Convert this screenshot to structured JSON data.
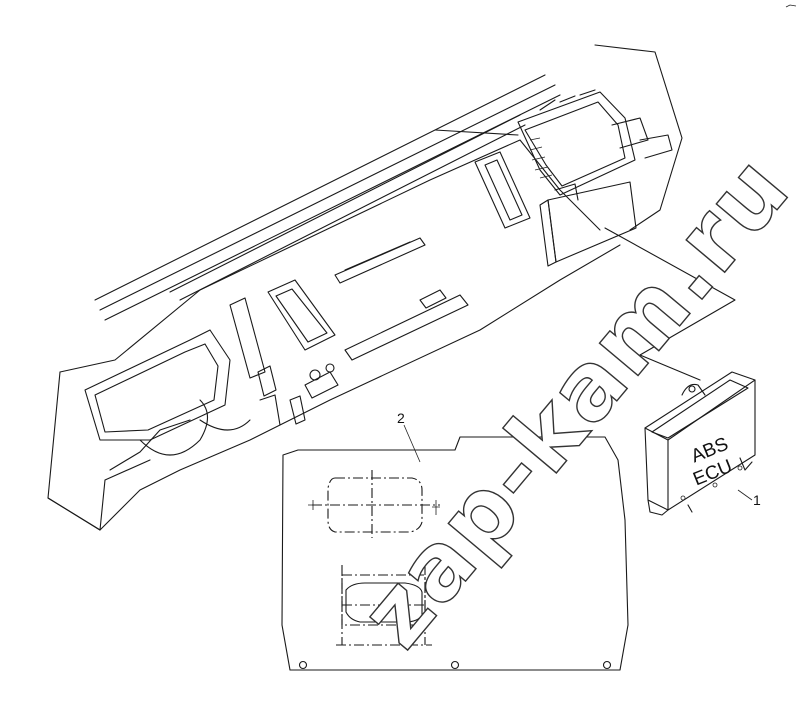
{
  "callouts": {
    "part1": "1",
    "part2": "2"
  },
  "ecu": {
    "line1": "ABS",
    "line2": "ECU"
  },
  "watermark": {
    "text": "zap-kam.ru"
  }
}
